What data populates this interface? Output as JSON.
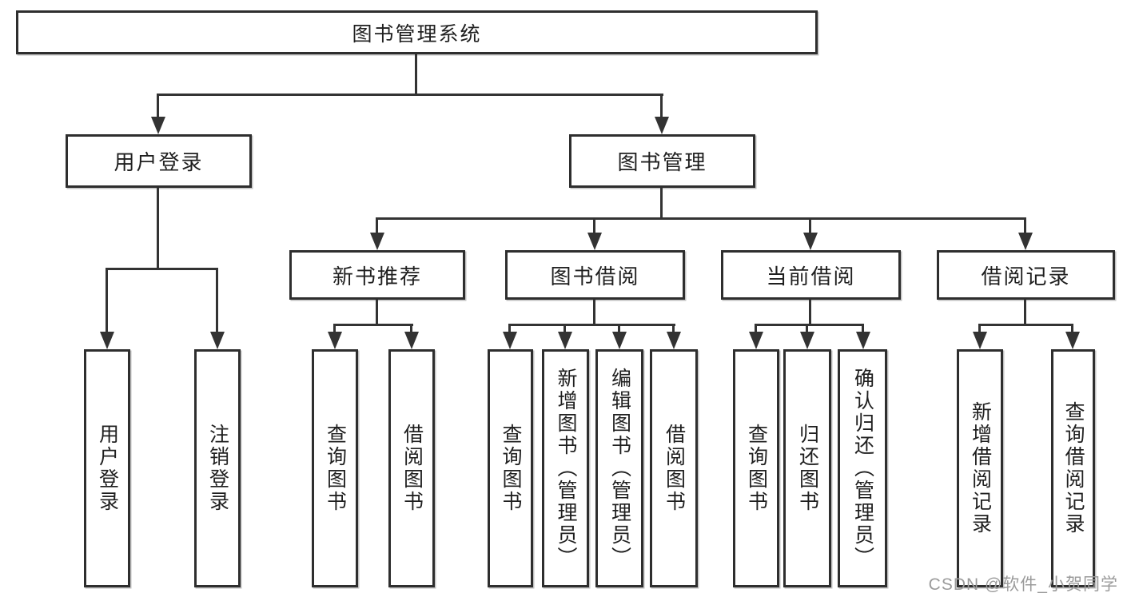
{
  "diagram": {
    "title": "图书管理系统",
    "root": "图书管理系统",
    "level2": {
      "user_login": "用户登录",
      "book_mgmt": "图书管理"
    },
    "level3": {
      "new_book": "新书推荐",
      "book_borrow": "图书借阅",
      "current_borrow": "当前借阅",
      "borrow_record": "借阅记录"
    },
    "leaves": {
      "user_login_login": "用户登录",
      "user_login_logout": "注销登录",
      "new_book_query": "查询图书",
      "new_book_borrow": "借阅图书",
      "borrow_query": "查询图书",
      "borrow_add": "新增图书（管理员）",
      "borrow_edit": "编辑图书（管理员）",
      "borrow_borrow": "借阅图书",
      "current_query": "查询图书",
      "current_return": "归还图书",
      "current_confirm": "确认归还（管理员）",
      "record_add": "新增借阅记录",
      "record_query": "查询借阅记录"
    },
    "watermark": "CSDN @软件_小贺同学",
    "colors": {
      "line": "#333333",
      "border": "#2e2e2e",
      "text": "#1f1f1f",
      "watermark_text": "#9b9b9b",
      "background": "#ffffff"
    }
  }
}
